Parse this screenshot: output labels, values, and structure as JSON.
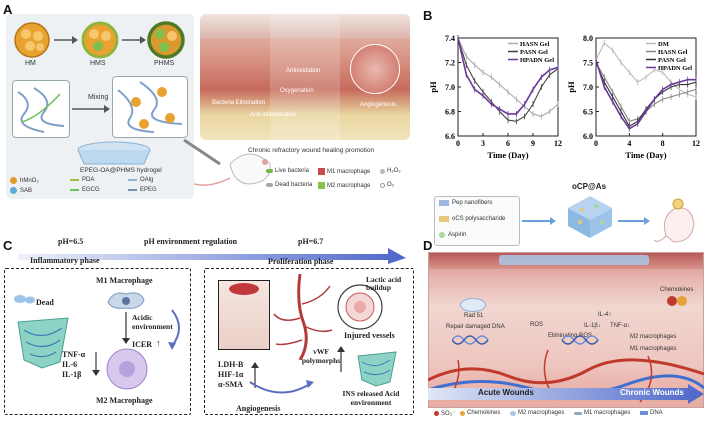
{
  "panels": {
    "a": "A",
    "b": "B",
    "c": "C",
    "d": "D"
  },
  "panel_a": {
    "nanoparticles": [
      "HM",
      "HMS",
      "PHMS"
    ],
    "mixing": "Mixing",
    "hydrogel": "EPEG-OA@PHMS hydrogel",
    "wound_labels": [
      "Antioxidation",
      "Oxygenation",
      "Bacteria Elimination",
      "Anti-inflammation",
      "Angiogenesis"
    ],
    "wound_caption": "Chronic refractory wound healing promotion",
    "legend": [
      {
        "label": "hMnO₂",
        "color": "#e59a2a"
      },
      {
        "label": "PDA",
        "color": "#9bc24a"
      },
      {
        "label": "OAlg",
        "color": "#8fb2d6"
      },
      {
        "label": "SAB",
        "color": "#5fa9d8"
      },
      {
        "label": "EGCG",
        "color": "#6fbf5a"
      },
      {
        "label": "EPEG",
        "color": "#7a8fb0"
      }
    ],
    "legend2": [
      {
        "label": "Live bacteria",
        "color": "#74b84a"
      },
      {
        "label": "Dead bacteria",
        "color": "#a8a8a8"
      },
      {
        "label": "M1 macrophage",
        "color": "#c84a4a"
      },
      {
        "label": "M2 macrophage",
        "color": "#86c04f"
      },
      {
        "label": "H₂O₂",
        "color": "#bbbbbb"
      },
      {
        "label": "O₂",
        "color": "#dddddd"
      }
    ]
  },
  "chart_data": [
    {
      "type": "line",
      "ylabel": "pH",
      "xlabel": "Time (Day)",
      "xlim": [
        0,
        12
      ],
      "ylim": [
        6.6,
        7.4
      ],
      "xticks": [
        0,
        3,
        6,
        9,
        12
      ],
      "yticks": [
        6.6,
        6.8,
        7.0,
        7.2,
        7.4
      ],
      "legend_position": "top-right",
      "series": [
        {
          "name": "HASN Gel",
          "color": "#aaaaaa",
          "x": [
            0,
            1,
            2,
            3,
            4,
            5,
            6,
            7,
            8,
            9,
            10,
            11,
            12
          ],
          "values": [
            7.4,
            7.25,
            7.18,
            7.12,
            7.08,
            7.02,
            6.96,
            6.9,
            6.84,
            6.78,
            6.76,
            6.8,
            6.86
          ]
        },
        {
          "name": "PASN Gel",
          "color": "#444444",
          "x": [
            0,
            1,
            2,
            3,
            4,
            5,
            6,
            7,
            8,
            9,
            10,
            11,
            12
          ],
          "values": [
            7.4,
            7.18,
            7.05,
            6.96,
            6.88,
            6.8,
            6.73,
            6.72,
            6.76,
            6.86,
            7.0,
            7.1,
            7.15
          ]
        },
        {
          "name": "HPADN Gel",
          "color": "#6a3a9a",
          "x": [
            0,
            1,
            2,
            3,
            4,
            5,
            6,
            7,
            8,
            9,
            10,
            11,
            12
          ],
          "values": [
            7.4,
            7.1,
            6.98,
            6.93,
            6.86,
            6.82,
            6.78,
            6.78,
            6.86,
            6.98,
            7.08,
            7.14,
            7.16
          ]
        }
      ]
    },
    {
      "type": "line",
      "ylabel": "pH",
      "xlabel": "Time (Day)",
      "xlim": [
        0,
        12
      ],
      "ylim": [
        6.0,
        8.0
      ],
      "xticks": [
        0,
        4,
        8,
        12
      ],
      "yticks": [
        6.0,
        6.5,
        7.0,
        7.5,
        8.0
      ],
      "legend_position": "top-right",
      "series": [
        {
          "name": "DM",
          "color": "#bbbbbb",
          "x": [
            0,
            1,
            2,
            3,
            4,
            5,
            6,
            7,
            8,
            9,
            10,
            11,
            12
          ],
          "values": [
            7.55,
            7.9,
            7.75,
            7.5,
            7.3,
            7.1,
            7.2,
            7.35,
            7.3,
            7.1,
            6.95,
            6.85,
            6.8
          ]
        },
        {
          "name": "HASN Gel",
          "color": "#888888",
          "x": [
            0,
            1,
            2,
            3,
            4,
            5,
            6,
            7,
            8,
            9,
            10,
            11,
            12
          ],
          "values": [
            7.5,
            7.2,
            6.9,
            6.6,
            6.3,
            6.35,
            6.5,
            6.65,
            6.75,
            6.8,
            6.85,
            6.9,
            6.95
          ]
        },
        {
          "name": "PASN Gel",
          "color": "#333333",
          "x": [
            0,
            1,
            2,
            3,
            4,
            5,
            6,
            7,
            8,
            9,
            10,
            11,
            12
          ],
          "values": [
            7.5,
            7.1,
            6.8,
            6.5,
            6.2,
            6.3,
            6.55,
            6.75,
            6.9,
            7.0,
            7.05,
            7.05,
            7.1
          ]
        },
        {
          "name": "HPADN Gel",
          "color": "#6a3a9a",
          "x": [
            0,
            1,
            2,
            3,
            4,
            5,
            6,
            7,
            8,
            9,
            10,
            11,
            12
          ],
          "values": [
            7.55,
            7.0,
            6.7,
            6.4,
            6.15,
            6.25,
            6.5,
            6.75,
            6.95,
            7.05,
            7.1,
            7.15,
            7.15
          ]
        }
      ]
    }
  ],
  "panel_b_bottom": {
    "legend": [
      {
        "label": "Pep nanofibers",
        "color": "#9db8dc"
      },
      {
        "label": "oCS polysaccharide",
        "color": "#e8c77a"
      },
      {
        "label": "Aspirin",
        "color": "#a9d79c"
      }
    ],
    "product": "oCP@As"
  },
  "panel_c": {
    "timeline_title": "pH environment regulation",
    "ph_start": "pH=6.5",
    "ph_end": "pH=6.7",
    "phase_left": "Inflammatory phase",
    "phase_right": "Proliferation phase",
    "dead": "Dead",
    "m1": "M1 Macrophage",
    "acidic": "Acidic environment",
    "icer": "ICER",
    "cytokines": [
      "TNF-α",
      "IL-6",
      "IL-1β"
    ],
    "m2": "M2 Macrophage",
    "lactic": "Lactic acid buildup",
    "injured": "Injured vessels",
    "vwf": "vWF polymorphs",
    "markers": [
      "LDH-B",
      "HIF-1α",
      "α-SMA"
    ],
    "angiogenesis": "Angiogenesis",
    "ins": "INS released Acid  environment"
  },
  "panel_d": {
    "rad51": "Rad 51",
    "repair": "Repair damaged DNA",
    "ros": "ROS",
    "eliminating": "Eliminating ROS",
    "il4": "IL-4↑",
    "il1b": "IL-1β↓",
    "tnfa": "TNF-α↓",
    "m2": "M2 macrophages",
    "m1": "M1 macrophages",
    "chemokines": "Chemokines",
    "acute": "Acute Wounds",
    "chronic": "Chronic Wounds",
    "legend": [
      {
        "label": "SO₃⁻",
        "color": "#c0392b"
      },
      {
        "label": "Chemokines",
        "color": "#e6a23c"
      },
      {
        "label": "M2 macrophages",
        "color": "#a6c8e6"
      },
      {
        "label": "M1 macrophages",
        "color": "#8fa6c2"
      },
      {
        "label": "DNA",
        "color": "#6b8fd6"
      }
    ]
  }
}
